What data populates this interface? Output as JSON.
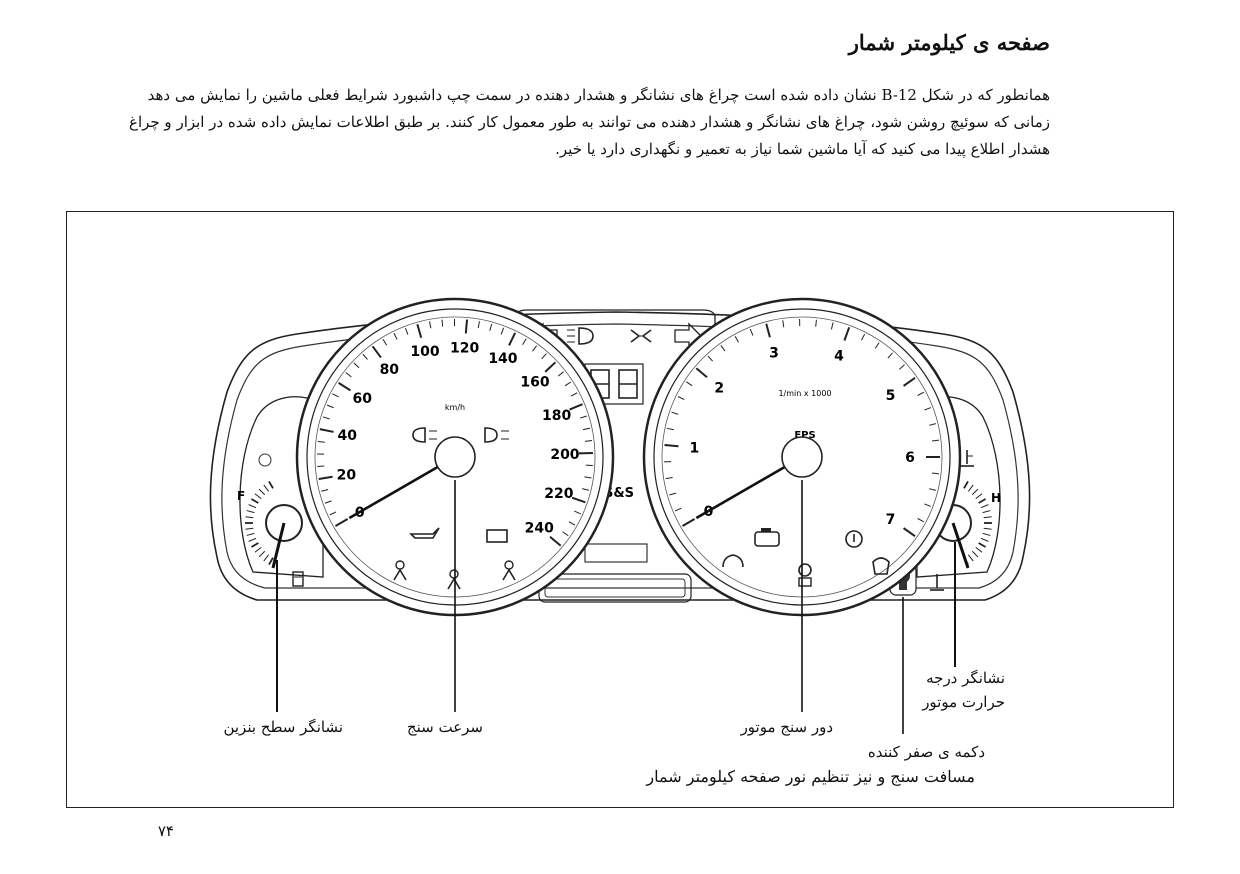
{
  "document": {
    "title": "صفحه ی کیلومتر شمار",
    "paragraph_lines": [
      "همانطور که در شکل B-12 نشان داده شده است چراغ های نشانگر و هشدار دهنده در سمت چپ داشبورد شرایط فعلی ماشین را نمایش می دهد",
      "زمانی که سوئیچ روشن شود، چراغ های نشانگر و هشدار دهنده می توانند به طور معمول کار کنند. بر طبق اطلاعات نمایش داده شده در ابزار و چراغ",
      "هشدار اطلاع پیدا می کنید که آیا ماشین شما نیاز به تعمیر و نگهداری دارد یا خیر."
    ],
    "page_number": "۷۴"
  },
  "figure": {
    "callouts": {
      "fuel_gauge": "نشانگر سطح بنزین",
      "speedometer": "سرعت سنج",
      "tachometer": "دور سنج موتور",
      "temperature": [
        "نشانگر درجه",
        "حرارت موتور"
      ],
      "reset_button_line1": "دکمه ی صفر کننده",
      "reset_button_line2": "مسافت سنج و نیز تنظیم نور صفحه کیلومتر شمار"
    },
    "speedometer": {
      "unit_label": "km/h",
      "labels": [
        "0",
        "20",
        "40",
        "60",
        "80",
        "100",
        "120",
        "140",
        "160",
        "180",
        "200",
        "220",
        "240"
      ],
      "needle_value": 0
    },
    "tachometer": {
      "unit_label": "1/min x 1000",
      "eps_label": "EPS",
      "labels": [
        "0",
        "1",
        "2",
        "3",
        "4",
        "5",
        "6",
        "7"
      ],
      "needle_value": 0
    },
    "fuel_gauge": {
      "full_label": "F"
    },
    "temperature_gauge": {
      "hot_label": "H"
    },
    "center_label": "S&S"
  }
}
